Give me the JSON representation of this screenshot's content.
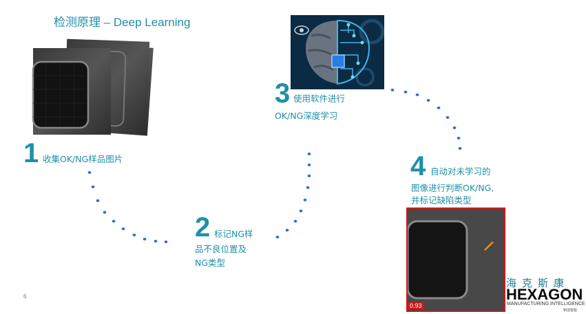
{
  "slide": {
    "title": "检测原理 – Deep Learning",
    "page_number": "6"
  },
  "steps": [
    {
      "number": "1",
      "text": "收集OK/NG样品图片"
    },
    {
      "number": "2",
      "line1": "标记NG样",
      "line2": "品不良位置及",
      "line3": "NG类型"
    },
    {
      "number": "3",
      "line1": "使用软件进行",
      "line2": "OK/NG深度学习"
    },
    {
      "number": "4",
      "line1": "自动对未学习的",
      "line2": "图像进行判断OK/NG,",
      "line3": "并标记缺陷类型"
    }
  ],
  "result_image": {
    "score": "0.93"
  },
  "logo": {
    "name": "HEXAGON",
    "chinese": "海克斯康",
    "tagline": "MANUFACTURING INTELLIGENCE",
    "sub": "制造智能"
  },
  "colors": {
    "accent": "#1f8fa8",
    "dots": "#2b6fe0",
    "defect_frame": "#cc1a1a"
  }
}
